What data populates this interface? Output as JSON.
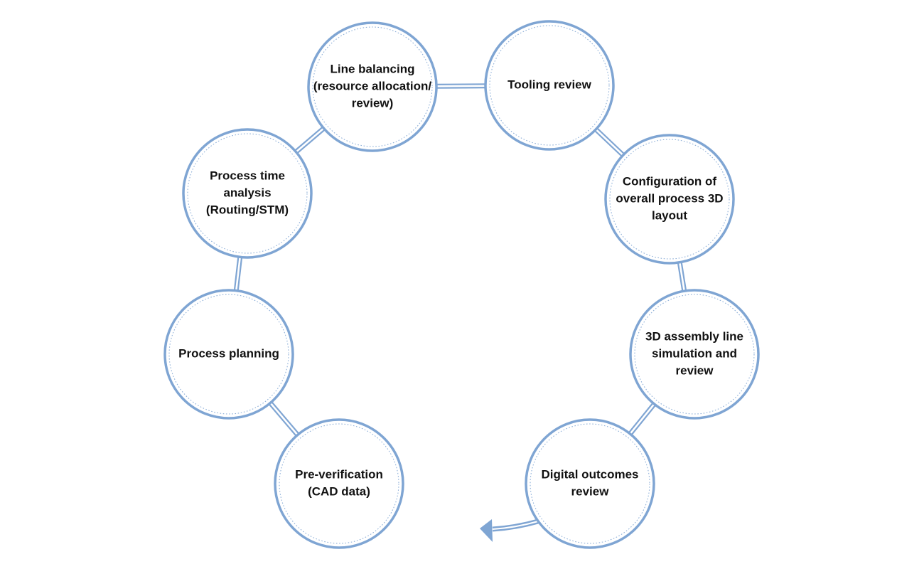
{
  "colors": {
    "ring": "#7fa5d3",
    "ring_inner_dots": "#8fb0d8",
    "arrow": "#7fa5d3",
    "text": "#111111",
    "background": "#ffffff"
  },
  "steps": [
    {
      "id": "pre-verification",
      "lines": [
        "Pre-verification",
        "(CAD data)"
      ]
    },
    {
      "id": "process-planning",
      "lines": [
        "Process planning"
      ]
    },
    {
      "id": "process-time-analysis",
      "lines": [
        "Process time",
        "analysis",
        "(Routing/STM)"
      ]
    },
    {
      "id": "line-balancing",
      "lines": [
        "Line balancing",
        "(resource allocation/",
        "review)"
      ]
    },
    {
      "id": "tooling-review",
      "lines": [
        "Tooling review"
      ]
    },
    {
      "id": "configuration-layout",
      "lines": [
        "Configuration of",
        "overall process 3D",
        "layout"
      ]
    },
    {
      "id": "assembly-line-simulation",
      "lines": [
        "3D assembly line",
        "simulation and",
        "review"
      ]
    },
    {
      "id": "digital-outcomes-review",
      "lines": [
        "Digital outcomes",
        "review"
      ]
    }
  ]
}
